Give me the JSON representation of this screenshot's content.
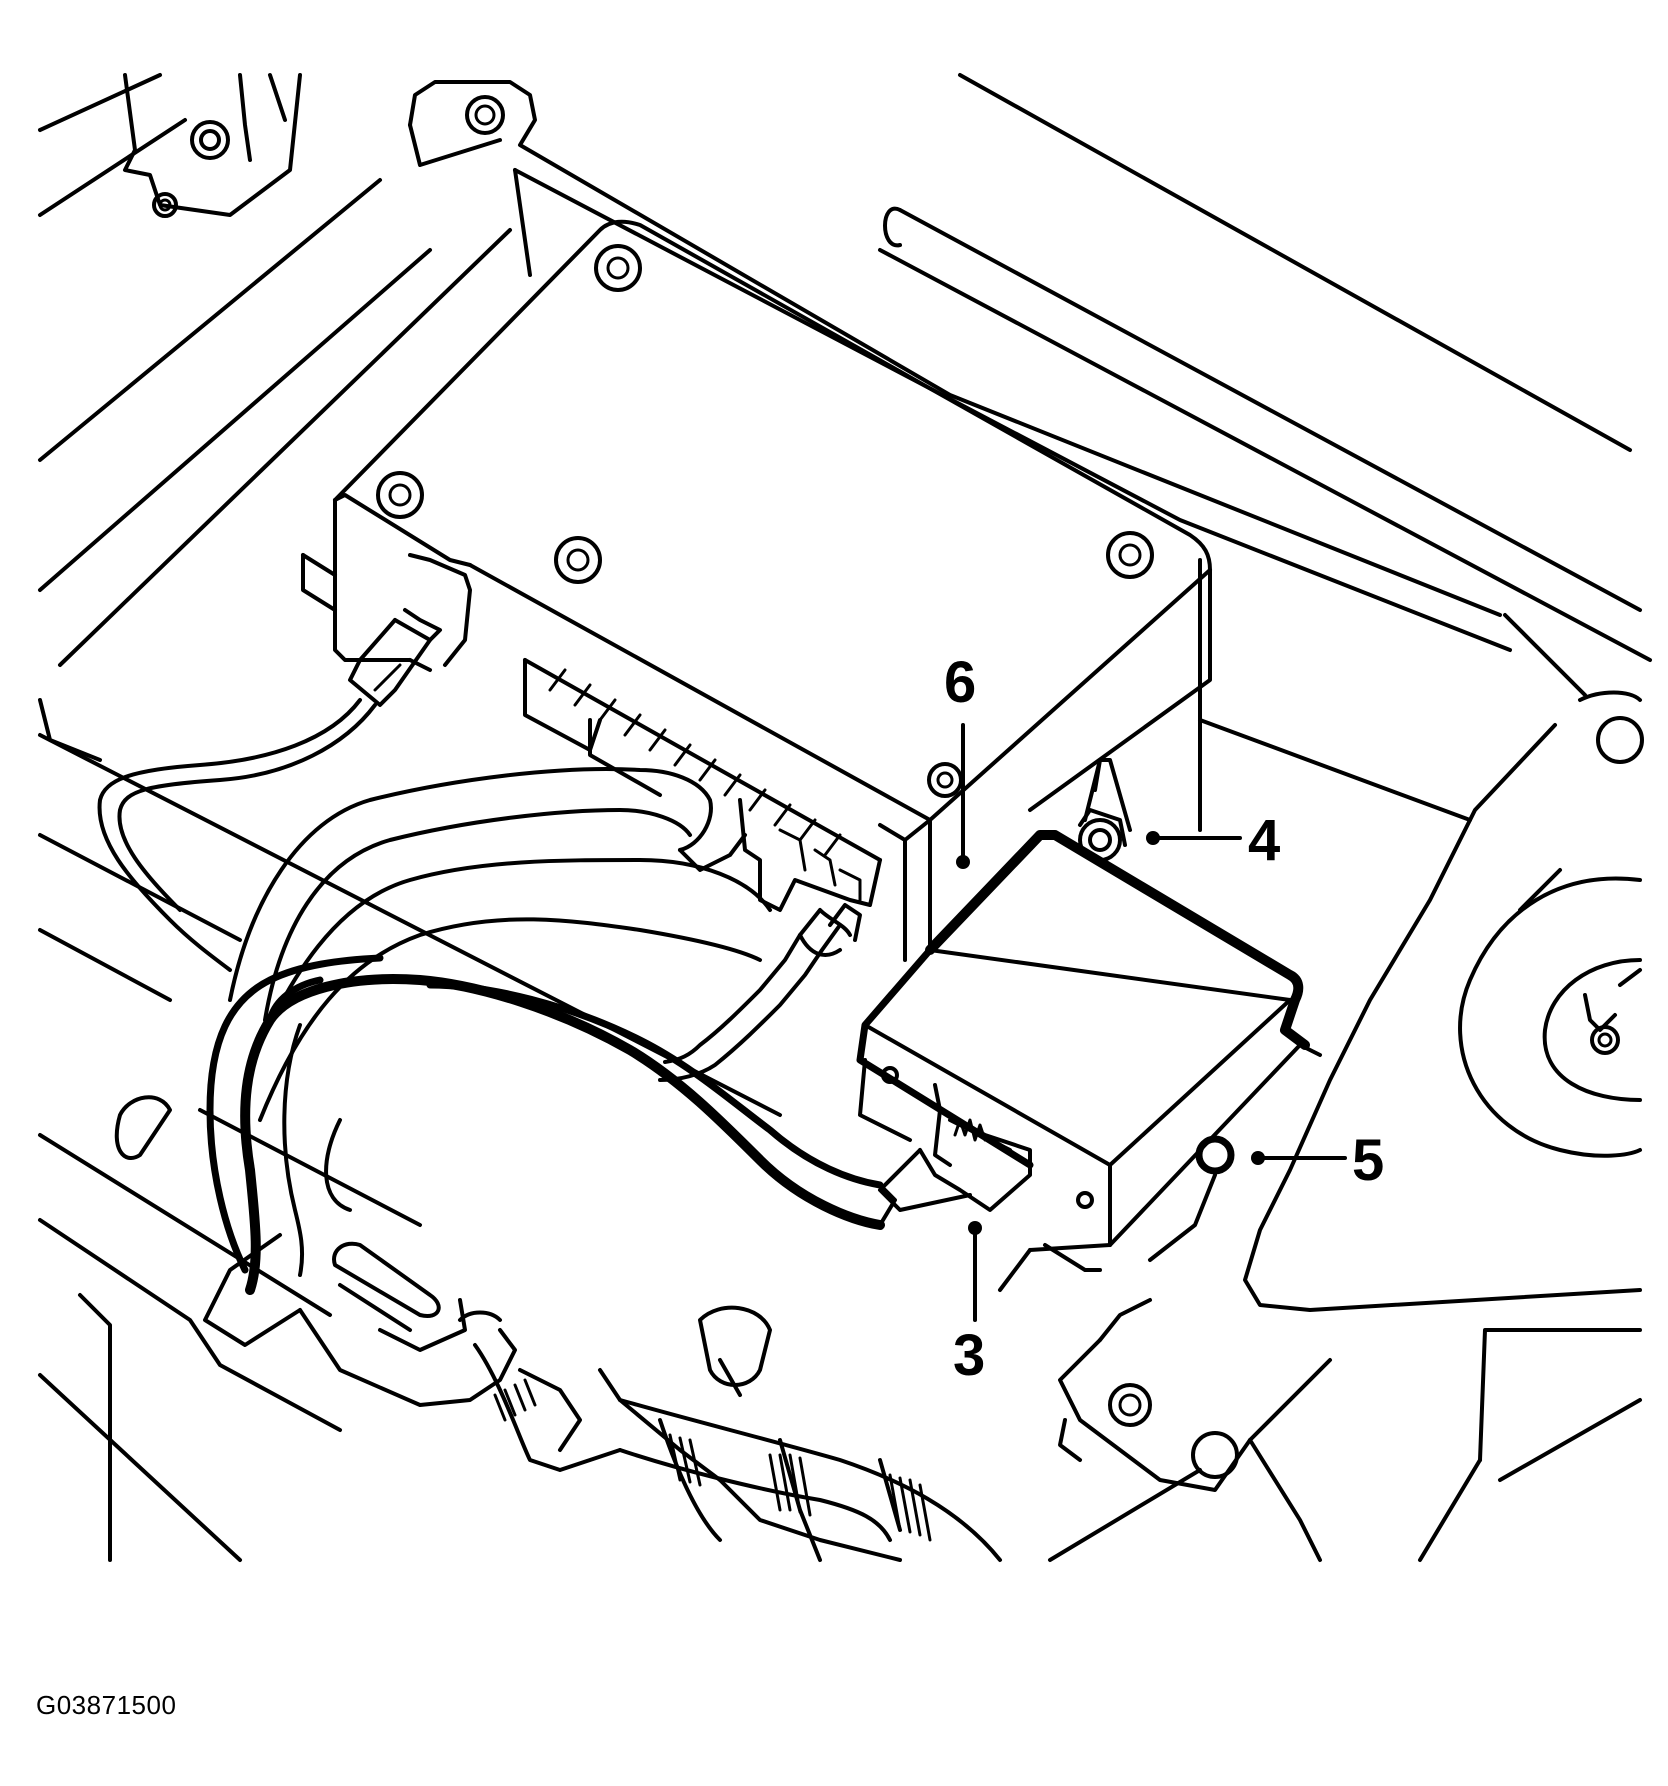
{
  "figure": {
    "id_label": "G03871500",
    "colors": {
      "line": "#000000",
      "background": "#ffffff"
    }
  },
  "callouts": [
    {
      "number": "3",
      "label": "3"
    },
    {
      "number": "4",
      "label": "4"
    },
    {
      "number": "5",
      "label": "5"
    },
    {
      "number": "6",
      "label": "6"
    }
  ]
}
